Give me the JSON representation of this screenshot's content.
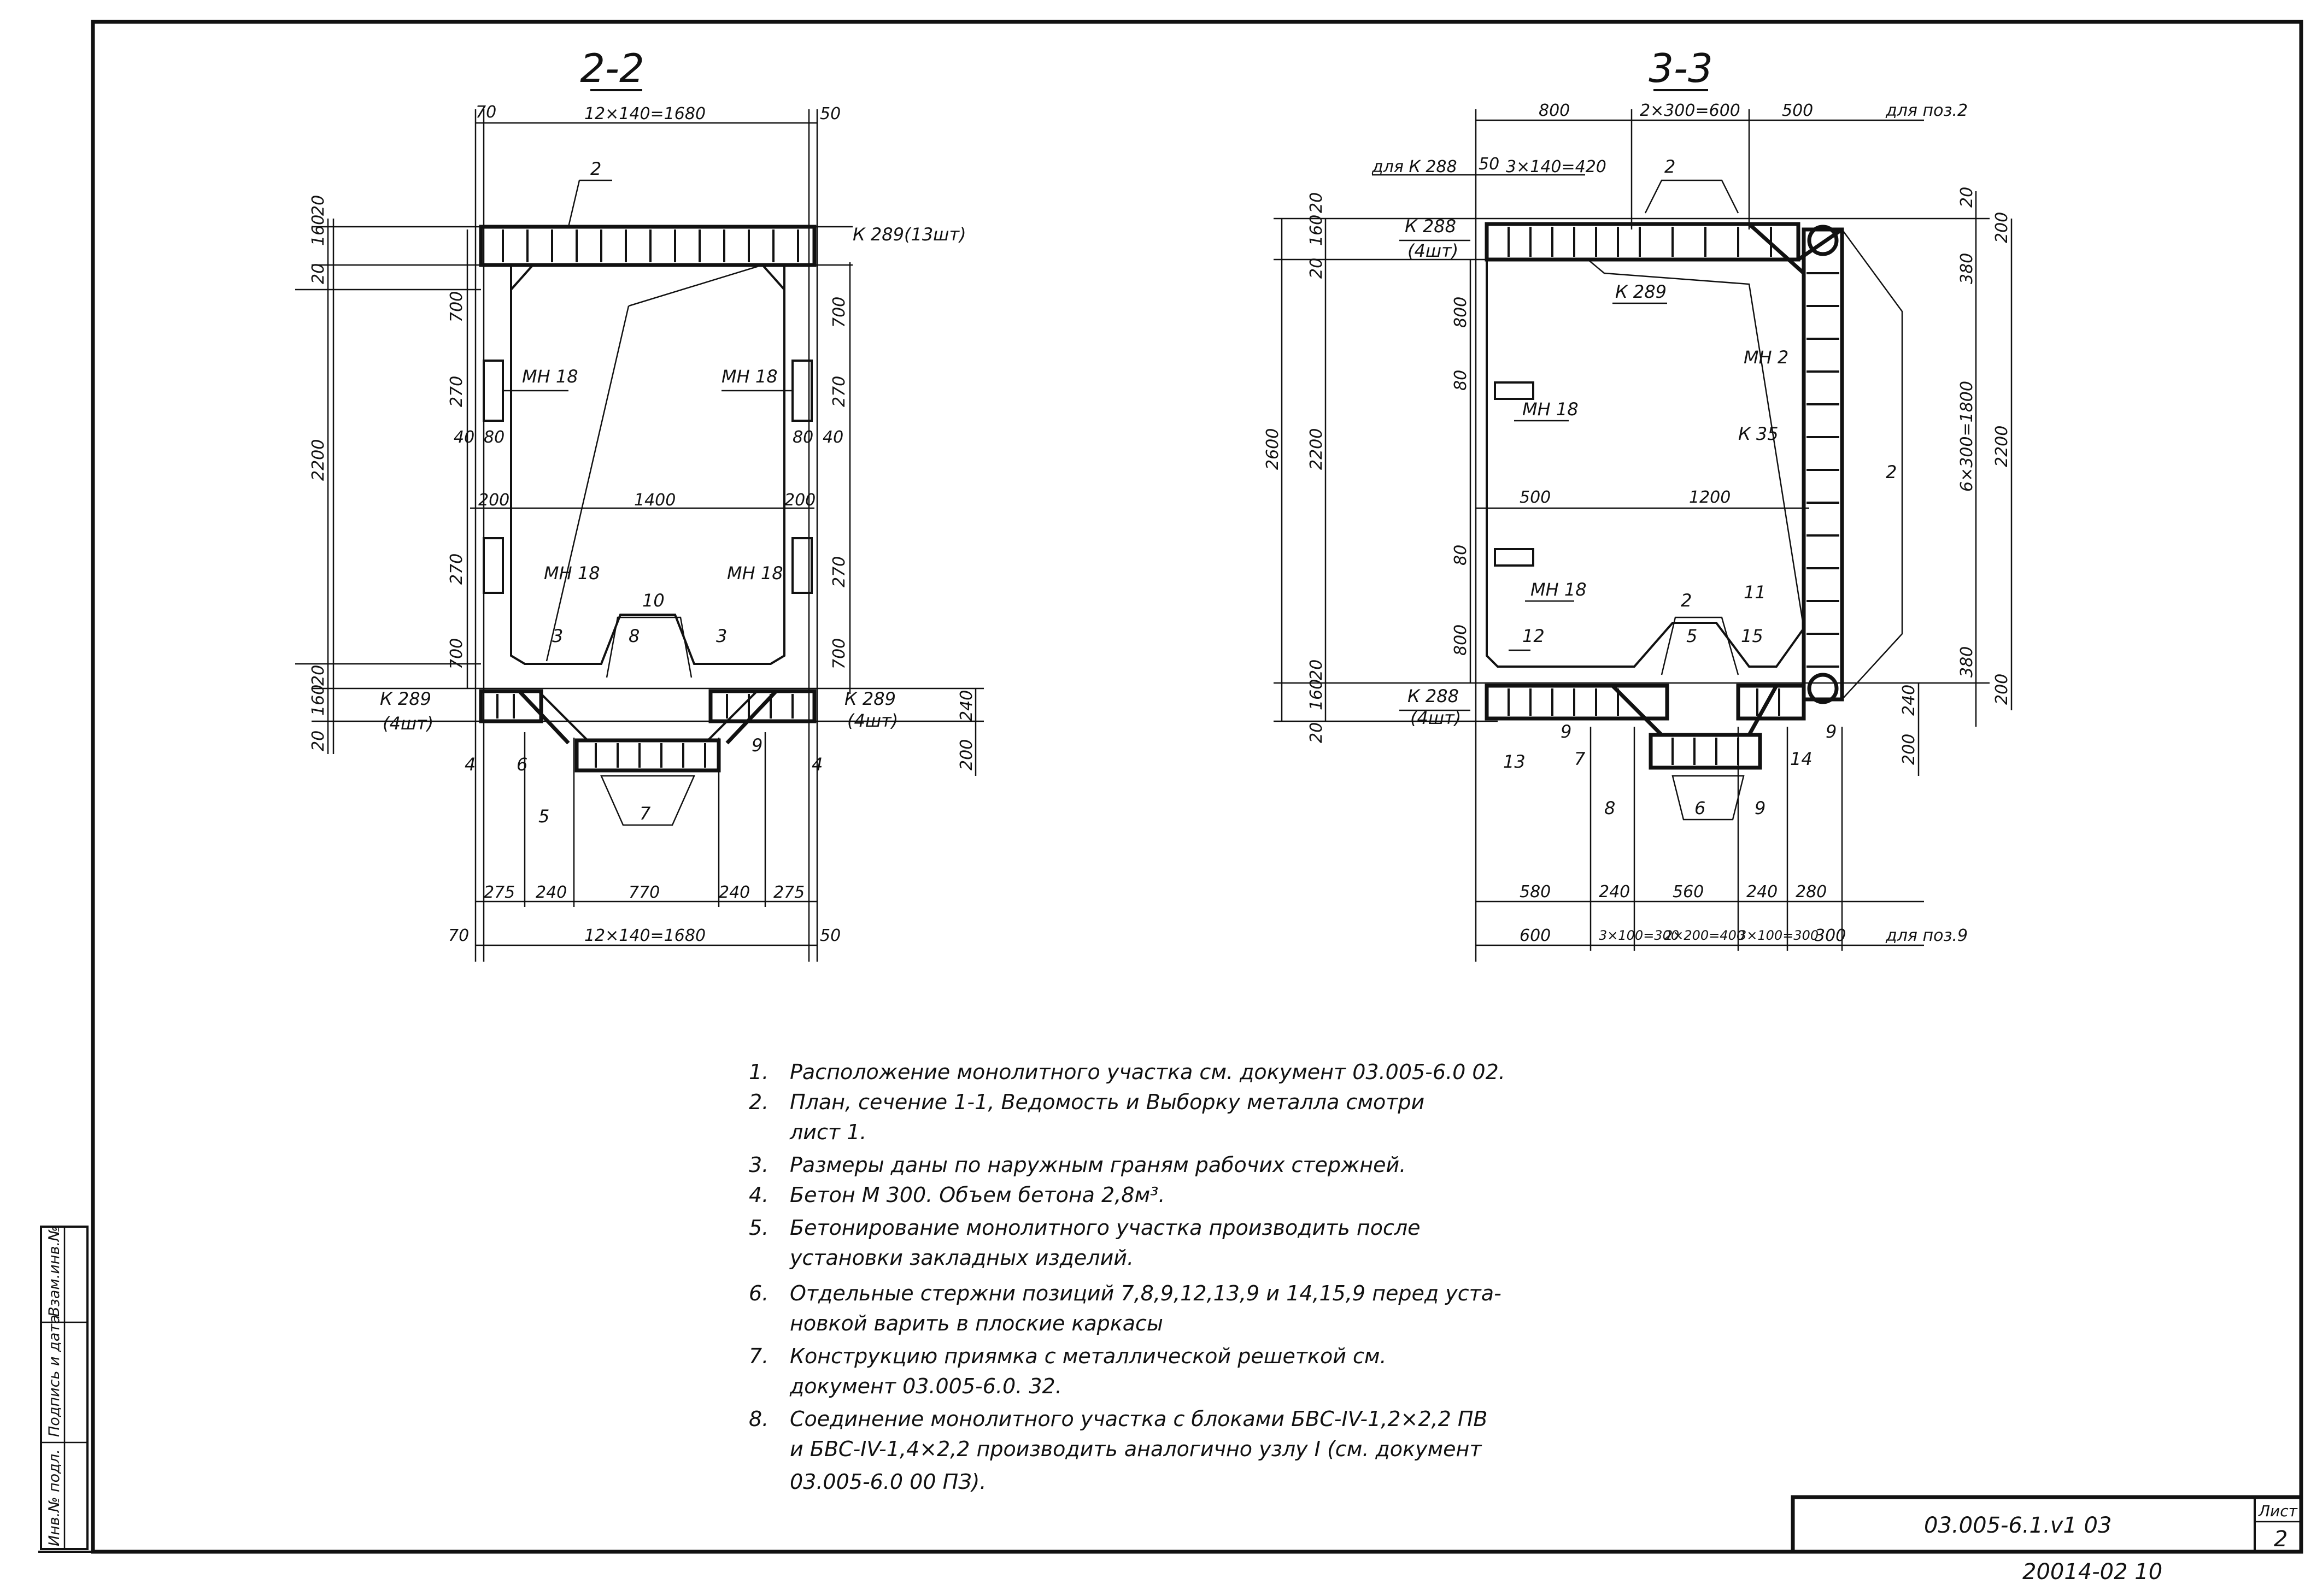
{
  "sections": {
    "s22": {
      "title": "2-2",
      "top_dims": [
        "70",
        "12×140=1680",
        "50"
      ],
      "bottom_dims": [
        "70",
        "12×140=1680",
        "50"
      ],
      "bottom_row_dims": [
        "275",
        "240",
        "770",
        "240",
        "275"
      ],
      "left_vertical_dims": [
        "20",
        "160",
        "20",
        "700",
        "270",
        "40",
        "80",
        "2200",
        "270",
        "700",
        "20",
        "160",
        "20"
      ],
      "right_vertical_dims": [
        "700",
        "270",
        "80",
        "40",
        "270",
        "700",
        "240",
        "200"
      ],
      "inner_dims": [
        "200",
        "1400",
        "200"
      ],
      "callouts": [
        "2",
        "К 289(13шт)",
        "МН 18",
        "МН 18",
        "МН 18",
        "МН 18",
        "10",
        "8",
        "3",
        "3",
        "К 289",
        "(4шт)",
        "К 289",
        "(4шт)",
        "4",
        "6",
        "5",
        "7",
        "9",
        "4"
      ]
    },
    "s33": {
      "title": "3-3",
      "top_dims": [
        "800",
        "2×300=600",
        "500",
        "для поз.2"
      ],
      "sub_top_dims": [
        "для К 288",
        "50",
        "3×140=420"
      ],
      "bottom_row_dims": [
        "580",
        "240",
        "560",
        "240",
        "280"
      ],
      "bottom_dims": [
        "600",
        "3×100=300",
        "2×200=400",
        "3×100=300",
        "300",
        "для поз.9"
      ],
      "left_vertical_dims": [
        "20",
        "160",
        "20",
        "800",
        "80",
        "2600",
        "2200",
        "80",
        "800",
        "20",
        "160",
        "20"
      ],
      "right_vertical_dims": [
        "20",
        "200",
        "380",
        "6×300=1800",
        "2200",
        "380",
        "200",
        "240",
        "200"
      ],
      "inner_dims": [
        "500",
        "1200"
      ],
      "callouts": [
        "2",
        "К 288",
        "(4шт)",
        "К 289",
        "МН 2",
        "МН 18",
        "К 35",
        "2",
        "МН 18",
        "2",
        "5",
        "11",
        "12",
        "15",
        "К 288",
        "(4шт)",
        "9",
        "9",
        "13",
        "7",
        "14",
        "8",
        "6",
        "9"
      ]
    }
  },
  "notes": [
    {
      "num": "1.",
      "lines": [
        "Расположение   монолитного   участка   см.  документ   03.005-6.0   02."
      ]
    },
    {
      "num": "2.",
      "lines": [
        "План,            сечение 1-1,  Ведомость  и  Выборку  металла  смотри",
        "лист 1."
      ]
    },
    {
      "num": "3.",
      "lines": [
        "Размеры  даны   по  наружным   граням  рабочих   стержней."
      ]
    },
    {
      "num": "4.",
      "lines": [
        "Бетон   М 300.  Объем  бетона  2,8м³."
      ]
    },
    {
      "num": "5.",
      "lines": [
        "Бетонирование   монолитного    участка   производить     после",
        "установки  закладных   изделий."
      ]
    },
    {
      "num": "6.",
      "lines": [
        "Отдельные   стержни    позиций      7,8,9,12,13,9  и 14,15,9  перед  уста-",
        "новкой  варить  в  плоские  каркасы"
      ]
    },
    {
      "num": "7.",
      "lines": [
        "Конструкцию     приямка   с   металлической       решеткой      см.",
        "документ     03.005-6.0.  32."
      ]
    },
    {
      "num": "8.",
      "lines": [
        "Соединение      монолитного      участка    с  блоками  БВС-IV-1,2×2,2 ПВ",
        "и БВС-IV-1,4×2,2   производить      аналогично     узлу I  (см.  документ",
        "03.005-6.0   00 ПЗ)."
      ]
    }
  ],
  "title_block": {
    "code": "03.005-6.1.v1  03",
    "sheet_label": "Лист",
    "sheet_num": "2",
    "stamp": "20014-02  10"
  },
  "side_stamp": [
    "Инв.№ подл.",
    "Подпись и дата",
    "Взам.инв.№"
  ]
}
